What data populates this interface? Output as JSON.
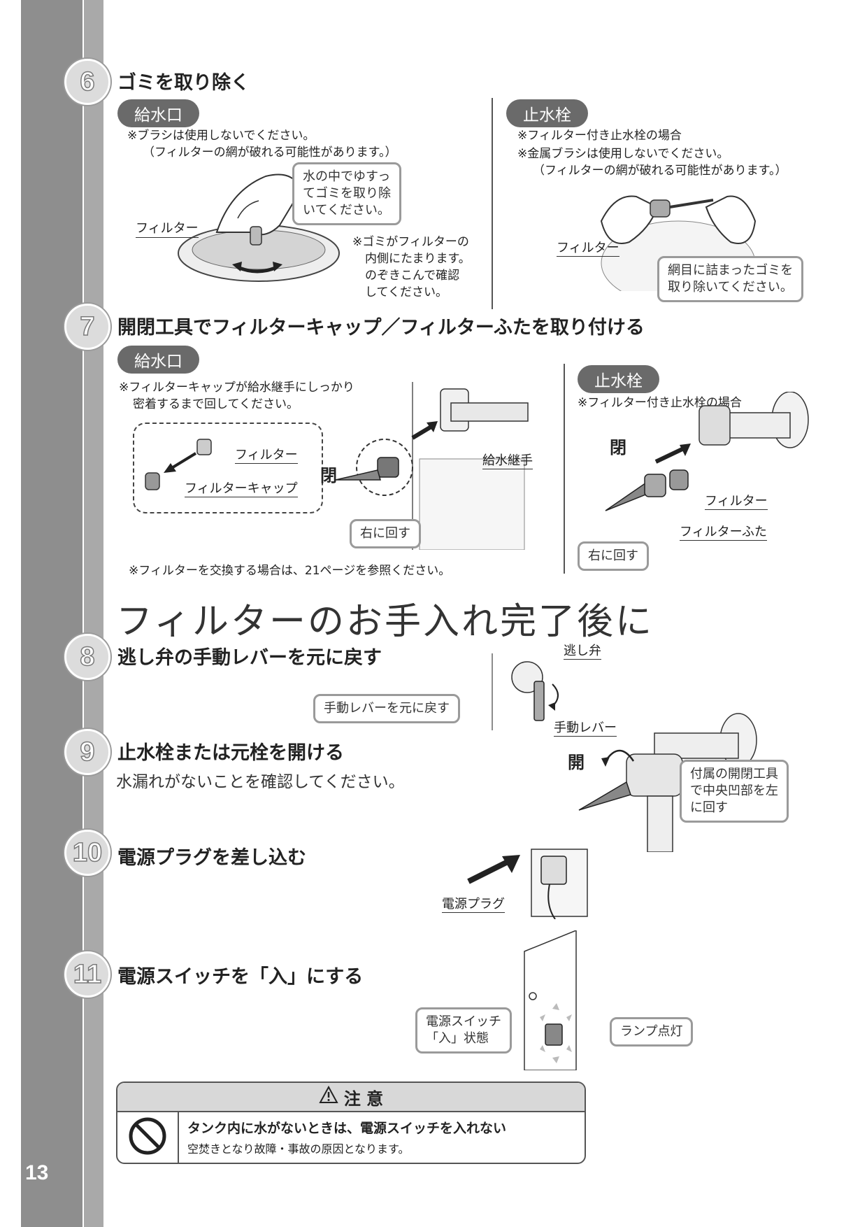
{
  "page_number": "13",
  "steps": {
    "s6": {
      "number": "6",
      "title": "ゴミを取り除く",
      "left": {
        "tag": "給水口",
        "note1": "※ブラシは使用しないでください。",
        "note2": "（フィルターの網が破れる可能性があります。）",
        "callout": [
          "水の中でゆすっ",
          "てゴミを取り除",
          "いてください。"
        ],
        "filter_label": "フィルター",
        "side_note": [
          "※ゴミがフィルターの",
          "内側にたまります。",
          "のぞきこんで確認",
          "してください。"
        ]
      },
      "right": {
        "tag": "止水栓",
        "note1": "※フィルター付き止水栓の場合",
        "note2": "※金属ブラシは使用しないでください。",
        "note3": "（フィルターの網が破れる可能性があります。）",
        "filter_label": "フィルター",
        "callout": [
          "網目に詰まったゴミを",
          "取り除いてください。"
        ]
      }
    },
    "s7": {
      "number": "7",
      "title": "開閉工具でフィルターキャップ／フィルターふたを取り付ける",
      "left": {
        "tag": "給水口",
        "note1": "※フィルターキャップが給水継手にしっかり",
        "note2": "密着するまで回してください。",
        "filter_label": "フィルター",
        "cap_label": "フィルターキャップ",
        "joint_label": "給水継手",
        "close_label": "閉",
        "callout": "右に回す"
      },
      "right": {
        "tag": "止水栓",
        "note1": "※フィルター付き止水栓の場合",
        "close_label": "閉",
        "filter_label": "フィルター",
        "lid_label": "フィルターふた",
        "callout": "右に回す"
      },
      "bottom_note": "※フィルターを交換する場合は、21ページを参照ください。"
    },
    "section_heading": "フィルターのお手入れ完了後に",
    "s8": {
      "number": "8",
      "title": "逃し弁の手動レバーを元に戻す",
      "valve_label": "逃し弁",
      "callout": "手動レバーを元に戻す",
      "lever_label": "手動レバー"
    },
    "s9": {
      "number": "9",
      "title": "止水栓または元栓を開ける",
      "subtitle": "水漏れがないことを確認してください。",
      "open_label": "開",
      "callout": [
        "付属の開閉工具",
        "で中央凹部を左",
        "に回す"
      ]
    },
    "s10": {
      "number": "10",
      "title": "電源プラグを差し込む",
      "plug_label": "電源プラグ"
    },
    "s11": {
      "number": "11",
      "title": "電源スイッチを「入」にする",
      "switch_callout": [
        "電源スイッチ",
        "「入」状態"
      ],
      "lamp_callout": "ランプ点灯"
    }
  },
  "caution": {
    "heading": "注 意",
    "line1": "タンク内に水がないときは、電源スイッチを入れない",
    "line2": "空焚きとなり故障・事故の原因となります。"
  },
  "colors": {
    "sidebar": "#8e8e8e",
    "pill": "#6a6a6a",
    "callout_border": "#9a9a9a"
  }
}
